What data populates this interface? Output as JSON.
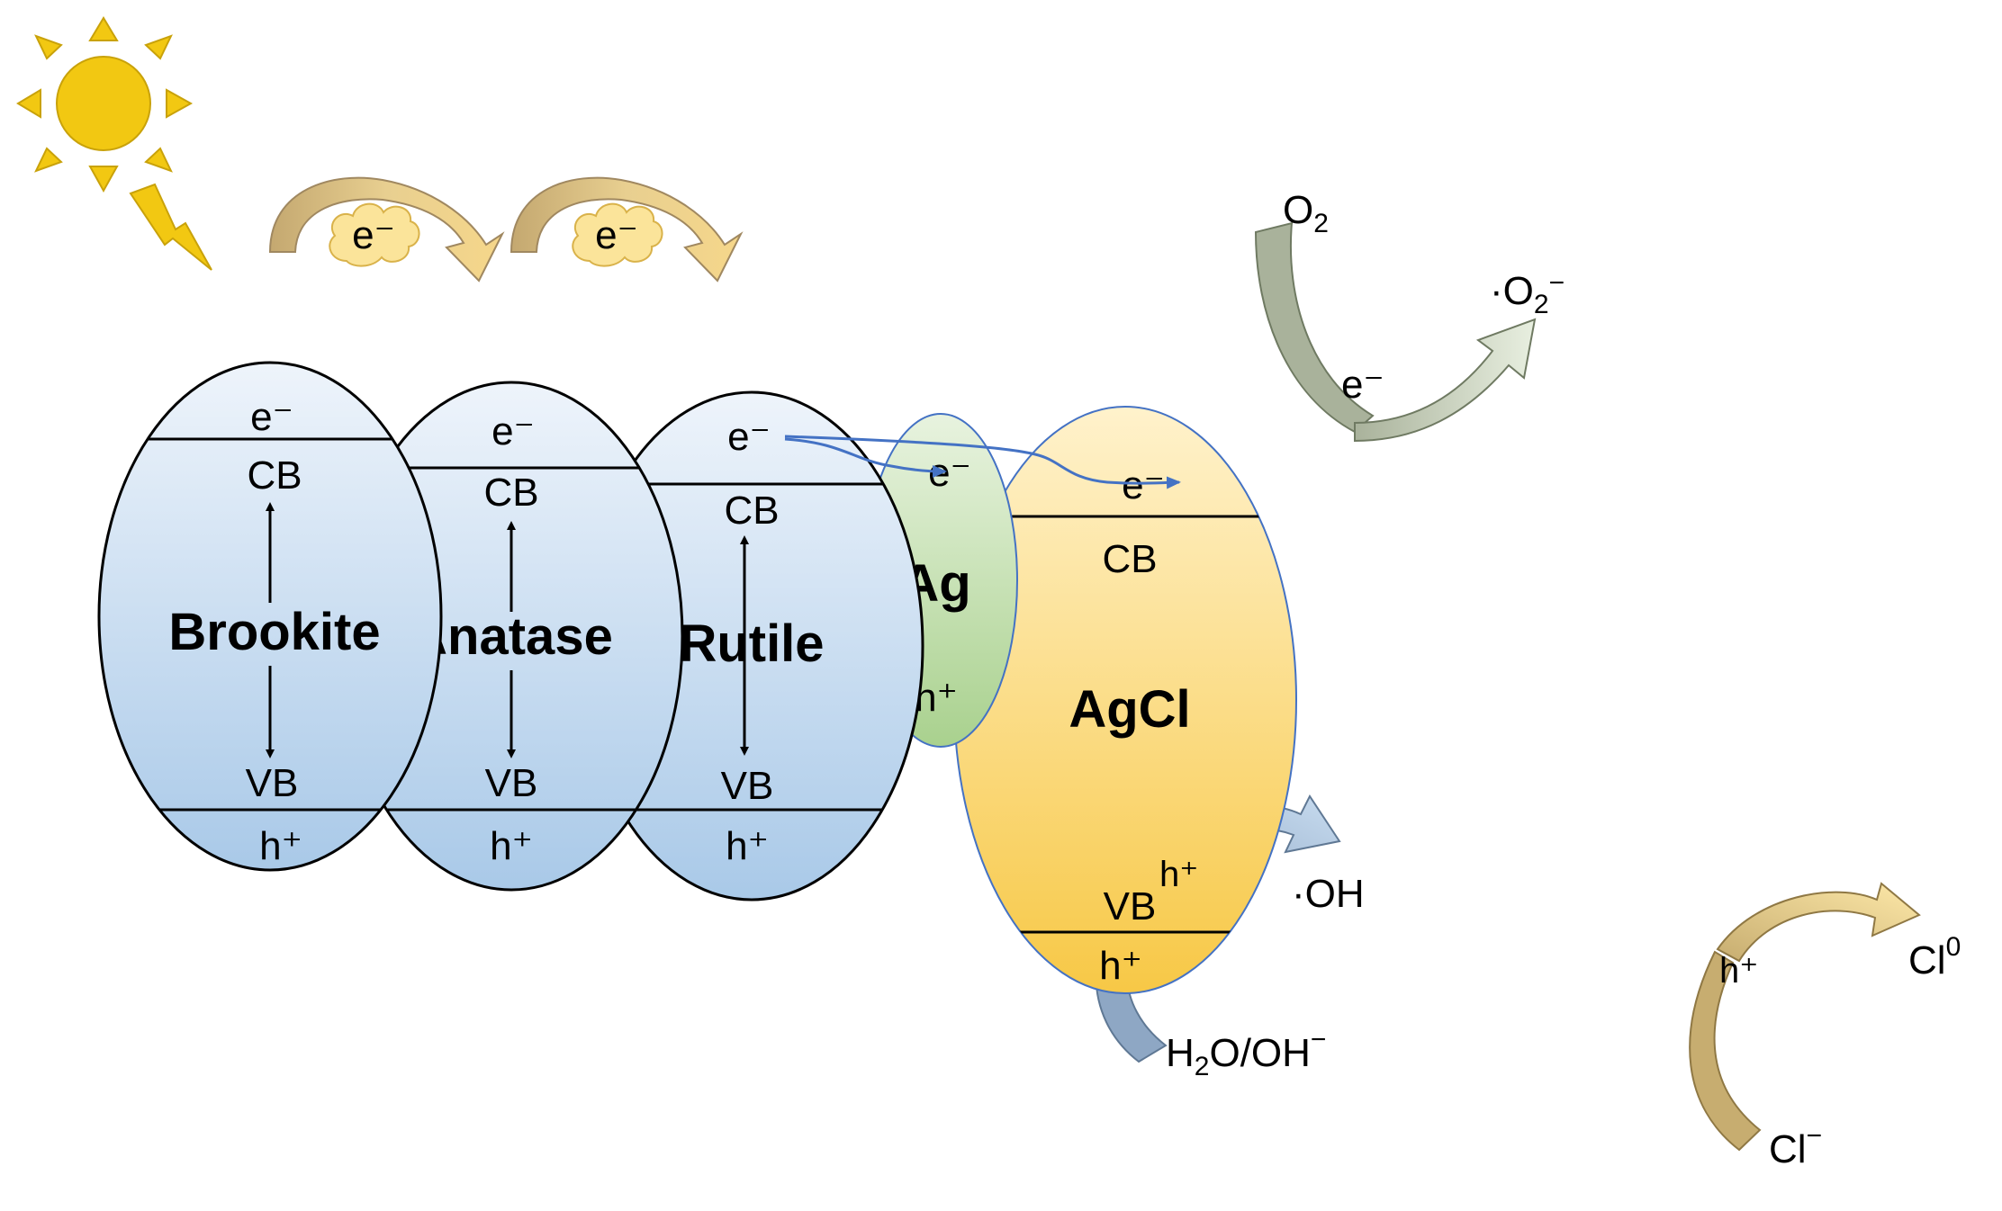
{
  "phases": [
    {
      "name": "Brookite",
      "top_carrier": "e⁻",
      "cb_label": "CB",
      "vb_label": "VB",
      "bottom_carrier": "h⁺"
    },
    {
      "name": "Anatase",
      "top_carrier": "e⁻",
      "cb_label": "CB",
      "vb_label": "VB",
      "bottom_carrier": "h⁺"
    },
    {
      "name": "Rutile",
      "top_carrier": "e⁻",
      "cb_label": "CB",
      "vb_label": "VB",
      "bottom_carrier": "h⁺"
    }
  ],
  "transfer_bubbles": [
    "e⁻",
    "e⁻"
  ],
  "ag": {
    "name": "Ag",
    "electron": "e⁻",
    "hole": "h⁺"
  },
  "agcl": {
    "name": "AgCl",
    "top_carrier": "e⁻",
    "cb_label": "CB",
    "vb_label": "VB",
    "bottom_carrier": "h⁺"
  },
  "reactions": {
    "o2_reactant": "O",
    "o2_sub": "2",
    "o2_electron": "e⁻",
    "superoxide_prefix": "·O",
    "superoxide_sub": "2",
    "superoxide_sup": "−",
    "oh_hole": "h⁺",
    "hydroxyl": "·OH",
    "water_h": "H",
    "water_sub": "2",
    "water_rest": "O/OH",
    "water_sup": "−",
    "cl_hole": "h⁺",
    "chlorine_atom": "Cl",
    "chlorine_sup": "0",
    "chloride": "Cl",
    "chloride_sup": "−"
  },
  "colors": {
    "tio2_top": "#eef4fb",
    "tio2_bottom": "#a9c9e8",
    "ag_top": "#e8f3df",
    "ag_bottom": "#a9d18e",
    "agcl_top": "#fff2cc",
    "agcl_bottom": "#f7c846",
    "sun": "#f2c812",
    "electron_bubble": "#fbe49a",
    "transfer_arrow_light": "#f6d78a",
    "transfer_arrow_dark": "#c4a870",
    "hydroxyl_arrow": "#bcd3ea",
    "water_arrow": "#8ea7c4",
    "o2_arrow": "#a9b29b",
    "superoxide_arrow": "#e3ecd8",
    "chloride_arrow": "#c7ad70",
    "chlorine_arrow": "#fbe3a0",
    "electron_path": "#4472c4"
  }
}
